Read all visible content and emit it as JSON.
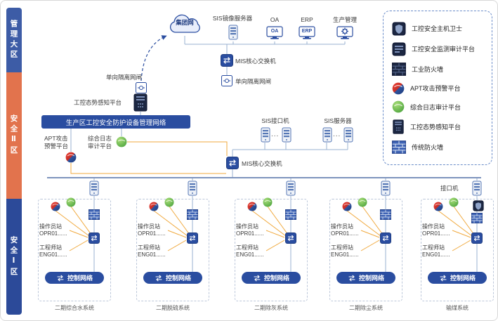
{
  "zones": [
    {
      "label": "管理大区"
    },
    {
      "label": "安全Ⅱ区"
    },
    {
      "label": "安全Ⅰ区"
    }
  ],
  "nodes": {
    "cloud": "集团网",
    "sis_mirror_server": "SIS镜像服务器",
    "oa_label": "OA",
    "oa_screen": "OA",
    "erp_label": "ERP",
    "erp_screen": "ERP",
    "prod_mgmt": "生产管理",
    "mis_core_switch_top": "MIS核心交换机",
    "one_way_gap_top": "单向隔离网闸",
    "one_way_gap_left": "单向隔离网闸",
    "situation_platform": "工控态势感知平台",
    "mgmt_banner": "生产区工控安全防护设备管理网络",
    "apt_platform": [
      "APT攻击",
      "预警平台"
    ],
    "log_platform": [
      "综合日志",
      "审计平台"
    ],
    "sis_interface": "SIS接口机",
    "sis_server": "SIS服务器",
    "mis_core_switch_mid": "MIS核心交换机",
    "interface_machine": "接口机",
    "ellipsis": "..."
  },
  "groups": [
    {
      "op_station": "操作员站",
      "op_code": "OPR01......",
      "eng_station": "工程师站",
      "eng_code": "ENG01......",
      "control_net": "控制网络",
      "system": "二期综合水系统"
    },
    {
      "op_station": "操作员站",
      "op_code": "OPR01......",
      "eng_station": "工程师站",
      "eng_code": "ENG01......",
      "control_net": "控制网络",
      "system": "二期脱硫系统"
    },
    {
      "op_station": "操作员站",
      "op_code": "OPR01......",
      "eng_station": "工程师站",
      "eng_code": "ENG01......",
      "control_net": "控制网络",
      "system": "二期除灰系统"
    },
    {
      "op_station": "操作员站",
      "op_code": "OPR01......",
      "eng_station": "工程师站",
      "eng_code": "ENG01......",
      "control_net": "控制网络",
      "system": "二期除尘系统"
    },
    {
      "op_station": "操作员站",
      "op_code": "OPR01......",
      "eng_station": "工程师站",
      "eng_code": "ENG01......",
      "control_net": "控制网络",
      "system": "输煤系统"
    }
  ],
  "legend": {
    "items": [
      {
        "label": "工控安全主机卫士",
        "icon": "host-guard-icon"
      },
      {
        "label": "工控安全监测审计平台",
        "icon": "audit-platform-icon"
      },
      {
        "label": "工业防火墙",
        "icon": "industrial-firewall-icon"
      },
      {
        "label": "APT攻击预警平台",
        "icon": "apt-sphere-icon"
      },
      {
        "label": "综合日志审计平台",
        "icon": "log-sphere-icon"
      },
      {
        "label": "工控态势感知平台",
        "icon": "situation-platform-icon"
      },
      {
        "label": "传统防火墙",
        "icon": "traditional-firewall-icon"
      }
    ]
  },
  "colors": {
    "zone_blue": "#3d5ca6",
    "zone_orange": "#e2734d",
    "zone_navy": "#2c4a99",
    "accent_blue": "#2a4da0",
    "wire_orange": "#f0a93e"
  }
}
